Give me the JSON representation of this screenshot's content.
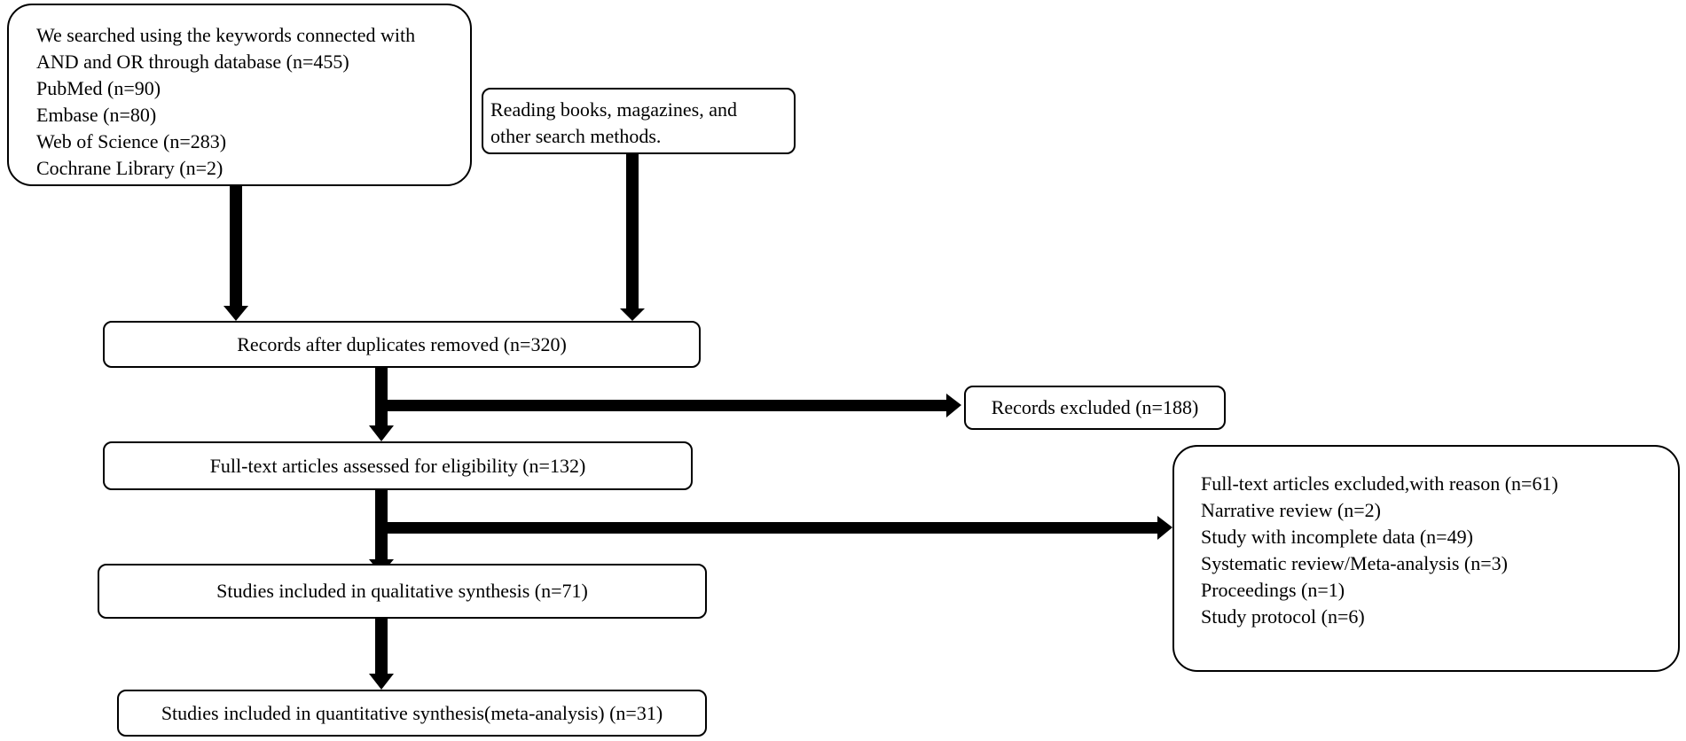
{
  "diagram": {
    "search_box": {
      "lines": [
        "We searched using the keywords connected with",
        "AND and OR through database (n=455)",
        "PubMed (n=90)",
        "Embase (n=80)",
        "Web of Science (n=283)",
        "Cochrane Library (n=2)"
      ]
    },
    "other_sources_box": {
      "lines": [
        "Reading books, magazines, and",
        "other search methods."
      ]
    },
    "duplicates_removed": "Records after duplicates removed (n=320)",
    "records_excluded": "Records excluded (n=188)",
    "fulltext_assessed": "Full-text articles assessed for eligibility (n=132)",
    "fulltext_excluded_box": {
      "lines": [
        "Full-text articles excluded,with reason (n=61)",
        "Narrative review (n=2)",
        "Study with incomplete data (n=49)",
        "Systematic review/Meta-analysis (n=3)",
        "Proceedings (n=1)",
        "Study protocol (n=6)"
      ]
    },
    "qualitative": "Studies included in qualitative synthesis (n=71)",
    "quantitative": "Studies included in quantitative synthesis(meta-analysis) (n=31)"
  },
  "colors": {
    "stroke": "#000000",
    "background": "#ffffff"
  }
}
